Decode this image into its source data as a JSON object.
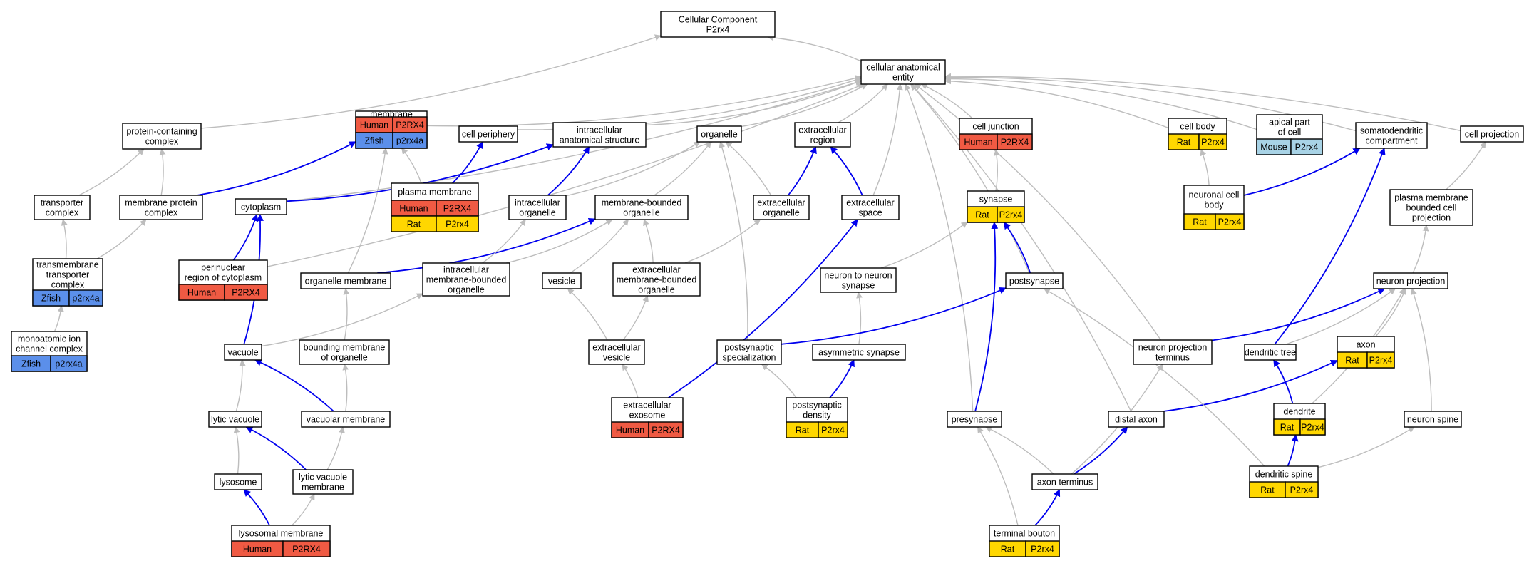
{
  "colors": {
    "Human": "#f05a43",
    "Rat": "#ffd700",
    "Mouse": "#a8d3e6",
    "Zfish": "#5b8fea",
    "edge_isa": "#bdbdbd",
    "edge_partof": "#0000ee"
  },
  "nodes": [
    {
      "id": "cc",
      "lines": [
        "Cellular Component",
        "P2rx4"
      ],
      "ann": []
    },
    {
      "id": "cae",
      "lines": [
        "cellular anatomical",
        "entity"
      ],
      "ann": []
    },
    {
      "id": "pcc",
      "lines": [
        "protein-containing",
        "complex"
      ],
      "ann": []
    },
    {
      "id": "membrane",
      "lines": [
        "membrane"
      ],
      "ann": [
        {
          "org": "Human",
          "gene": "P2RX4"
        },
        {
          "org": "Zfish",
          "gene": "p2rx4a"
        }
      ]
    },
    {
      "id": "cellper",
      "lines": [
        "cell periphery"
      ],
      "ann": []
    },
    {
      "id": "ias",
      "lines": [
        "intracellular",
        "anatomical structure"
      ],
      "ann": []
    },
    {
      "id": "organelle",
      "lines": [
        "organelle"
      ],
      "ann": []
    },
    {
      "id": "extreg",
      "lines": [
        "extracellular",
        "region"
      ],
      "ann": []
    },
    {
      "id": "celljunc",
      "lines": [
        "cell junction"
      ],
      "ann": [
        {
          "org": "Human",
          "gene": "P2RX4"
        }
      ]
    },
    {
      "id": "cellbody",
      "lines": [
        "cell body"
      ],
      "ann": [
        {
          "org": "Rat",
          "gene": "P2rx4"
        }
      ]
    },
    {
      "id": "apical",
      "lines": [
        "apical part",
        "of cell"
      ],
      "ann": [
        {
          "org": "Mouse",
          "gene": "P2rx4"
        }
      ]
    },
    {
      "id": "somato",
      "lines": [
        "somatodendritic",
        "compartment"
      ],
      "ann": []
    },
    {
      "id": "cellproj",
      "lines": [
        "cell projection"
      ],
      "ann": []
    },
    {
      "id": "transporter",
      "lines": [
        "transporter",
        "complex"
      ],
      "ann": []
    },
    {
      "id": "mpc",
      "lines": [
        "membrane protein",
        "complex"
      ],
      "ann": []
    },
    {
      "id": "cytoplasm",
      "lines": [
        "cytoplasm"
      ],
      "ann": []
    },
    {
      "id": "pm",
      "lines": [
        "plasma membrane"
      ],
      "ann": [
        {
          "org": "Human",
          "gene": "P2RX4"
        },
        {
          "org": "Rat",
          "gene": "P2rx4"
        }
      ]
    },
    {
      "id": "icorg",
      "lines": [
        "intracellular",
        "organelle"
      ],
      "ann": []
    },
    {
      "id": "mbo",
      "lines": [
        "membrane-bounded",
        "organelle"
      ],
      "ann": []
    },
    {
      "id": "ecorg",
      "lines": [
        "extracellular",
        "organelle"
      ],
      "ann": []
    },
    {
      "id": "ecspace",
      "lines": [
        "extracellular",
        "space"
      ],
      "ann": []
    },
    {
      "id": "synapse",
      "lines": [
        "synapse"
      ],
      "ann": [
        {
          "org": "Rat",
          "gene": "P2rx4"
        }
      ]
    },
    {
      "id": "ncb",
      "lines": [
        "neuronal cell",
        "body"
      ],
      "ann": [
        {
          "org": "Rat",
          "gene": "P2rx4"
        }
      ]
    },
    {
      "id": "pmbcp",
      "lines": [
        "plasma membrane",
        "bounded cell",
        "projection"
      ],
      "ann": []
    },
    {
      "id": "tmtc",
      "lines": [
        "transmembrane",
        "transporter",
        "complex"
      ],
      "ann": [
        {
          "org": "Zfish",
          "gene": "p2rx4a"
        }
      ]
    },
    {
      "id": "perinuc",
      "lines": [
        "perinuclear",
        "region of cytoplasm"
      ],
      "ann": [
        {
          "org": "Human",
          "gene": "P2RX4"
        }
      ]
    },
    {
      "id": "orgmem",
      "lines": [
        "organelle membrane"
      ],
      "ann": []
    },
    {
      "id": "imbo",
      "lines": [
        "intracellular",
        "membrane-bounded",
        "organelle"
      ],
      "ann": []
    },
    {
      "id": "vesicle",
      "lines": [
        "vesicle"
      ],
      "ann": []
    },
    {
      "id": "embo",
      "lines": [
        "extracellular",
        "membrane-bounded",
        "organelle"
      ],
      "ann": []
    },
    {
      "id": "n2n",
      "lines": [
        "neuron to neuron",
        "synapse"
      ],
      "ann": []
    },
    {
      "id": "postsyn",
      "lines": [
        "postsynapse"
      ],
      "ann": []
    },
    {
      "id": "neuproj",
      "lines": [
        "neuron projection"
      ],
      "ann": []
    },
    {
      "id": "moicc",
      "lines": [
        "monoatomic ion",
        "channel complex"
      ],
      "ann": [
        {
          "org": "Zfish",
          "gene": "p2rx4a"
        }
      ]
    },
    {
      "id": "vacuole",
      "lines": [
        "vacuole"
      ],
      "ann": []
    },
    {
      "id": "bmo",
      "lines": [
        "bounding membrane",
        "of organelle"
      ],
      "ann": []
    },
    {
      "id": "ecves",
      "lines": [
        "extracellular",
        "vesicle"
      ],
      "ann": []
    },
    {
      "id": "pss",
      "lines": [
        "postsynaptic",
        "specialization"
      ],
      "ann": []
    },
    {
      "id": "asyn",
      "lines": [
        "asymmetric synapse"
      ],
      "ann": []
    },
    {
      "id": "npt",
      "lines": [
        "neuron projection",
        "terminus"
      ],
      "ann": []
    },
    {
      "id": "dtree",
      "lines": [
        "dendritic tree"
      ],
      "ann": []
    },
    {
      "id": "axon",
      "lines": [
        "axon"
      ],
      "ann": [
        {
          "org": "Rat",
          "gene": "P2rx4"
        }
      ]
    },
    {
      "id": "lytvac",
      "lines": [
        "lytic vacuole"
      ],
      "ann": []
    },
    {
      "id": "vacmem",
      "lines": [
        "vacuolar membrane"
      ],
      "ann": []
    },
    {
      "id": "ecexo",
      "lines": [
        "extracellular",
        "exosome"
      ],
      "ann": [
        {
          "org": "Human",
          "gene": "P2RX4"
        }
      ]
    },
    {
      "id": "psd",
      "lines": [
        "postsynaptic",
        "density"
      ],
      "ann": [
        {
          "org": "Rat",
          "gene": "P2rx4"
        }
      ]
    },
    {
      "id": "presyn",
      "lines": [
        "presynapse"
      ],
      "ann": []
    },
    {
      "id": "daxon",
      "lines": [
        "distal axon"
      ],
      "ann": []
    },
    {
      "id": "dendrite",
      "lines": [
        "dendrite"
      ],
      "ann": [
        {
          "org": "Rat",
          "gene": "P2rx4"
        }
      ]
    },
    {
      "id": "nspine",
      "lines": [
        "neuron spine"
      ],
      "ann": []
    },
    {
      "id": "lysosome",
      "lines": [
        "lysosome"
      ],
      "ann": []
    },
    {
      "id": "lvm",
      "lines": [
        "lytic vacuole",
        "membrane"
      ],
      "ann": []
    },
    {
      "id": "axterm",
      "lines": [
        "axon terminus"
      ],
      "ann": []
    },
    {
      "id": "dspine",
      "lines": [
        "dendritic spine"
      ],
      "ann": [
        {
          "org": "Rat",
          "gene": "P2rx4"
        }
      ]
    },
    {
      "id": "lysmem",
      "lines": [
        "lysosomal membrane"
      ],
      "ann": [
        {
          "org": "Human",
          "gene": "P2RX4"
        }
      ]
    },
    {
      "id": "tbouton",
      "lines": [
        "terminal bouton"
      ],
      "ann": [
        {
          "org": "Rat",
          "gene": "P2rx4"
        }
      ]
    }
  ],
  "edges": [
    {
      "from": "cae",
      "to": "cc",
      "type": "is_a"
    },
    {
      "from": "pcc",
      "to": "cc",
      "type": "is_a"
    },
    {
      "from": "membrane",
      "to": "cae",
      "type": "is_a"
    },
    {
      "from": "cellper",
      "to": "cae",
      "type": "is_a"
    },
    {
      "from": "ias",
      "to": "cae",
      "type": "is_a"
    },
    {
      "from": "organelle",
      "to": "cae",
      "type": "is_a"
    },
    {
      "from": "extreg",
      "to": "cae",
      "type": "is_a"
    },
    {
      "from": "celljunc",
      "to": "cae",
      "type": "is_a"
    },
    {
      "from": "cellbody",
      "to": "cae",
      "type": "is_a"
    },
    {
      "from": "apical",
      "to": "cae",
      "type": "is_a"
    },
    {
      "from": "somato",
      "to": "cae",
      "type": "is_a"
    },
    {
      "from": "cellproj",
      "to": "cae",
      "type": "is_a"
    },
    {
      "from": "cytoplasm",
      "to": "cae",
      "type": "is_a"
    },
    {
      "from": "perinuc",
      "to": "cae",
      "type": "is_a"
    },
    {
      "from": "ecspace",
      "to": "cae",
      "type": "is_a"
    },
    {
      "from": "presyn",
      "to": "cae",
      "type": "is_a"
    },
    {
      "from": "daxon",
      "to": "cae",
      "type": "is_a"
    },
    {
      "from": "postsyn",
      "to": "cae",
      "type": "is_a"
    },
    {
      "from": "npt",
      "to": "cae",
      "type": "is_a"
    },
    {
      "from": "transporter",
      "to": "pcc",
      "type": "is_a"
    },
    {
      "from": "mpc",
      "to": "pcc",
      "type": "is_a"
    },
    {
      "from": "mpc",
      "to": "membrane",
      "type": "part_of"
    },
    {
      "from": "pm",
      "to": "membrane",
      "type": "is_a"
    },
    {
      "from": "orgmem",
      "to": "membrane",
      "type": "is_a"
    },
    {
      "from": "pm",
      "to": "cellper",
      "type": "part_of"
    },
    {
      "from": "cytoplasm",
      "to": "ias",
      "type": "part_of"
    },
    {
      "from": "icorg",
      "to": "ias",
      "type": "part_of"
    },
    {
      "from": "icorg",
      "to": "organelle",
      "type": "is_a"
    },
    {
      "from": "mbo",
      "to": "organelle",
      "type": "is_a"
    },
    {
      "from": "ecorg",
      "to": "organelle",
      "type": "is_a"
    },
    {
      "from": "pss",
      "to": "organelle",
      "type": "is_a"
    },
    {
      "from": "ecorg",
      "to": "extreg",
      "type": "part_of"
    },
    {
      "from": "ecspace",
      "to": "extreg",
      "type": "part_of"
    },
    {
      "from": "synapse",
      "to": "celljunc",
      "type": "is_a"
    },
    {
      "from": "ncb",
      "to": "cellbody",
      "type": "is_a"
    },
    {
      "from": "ncb",
      "to": "somato",
      "type": "part_of"
    },
    {
      "from": "dtree",
      "to": "somato",
      "type": "part_of"
    },
    {
      "from": "pmbcp",
      "to": "cellproj",
      "type": "is_a"
    },
    {
      "from": "neuproj",
      "to": "pmbcp",
      "type": "is_a"
    },
    {
      "from": "tmtc",
      "to": "transporter",
      "type": "is_a"
    },
    {
      "from": "tmtc",
      "to": "mpc",
      "type": "is_a"
    },
    {
      "from": "moicc",
      "to": "tmtc",
      "type": "is_a"
    },
    {
      "from": "perinuc",
      "to": "cytoplasm",
      "type": "part_of"
    },
    {
      "from": "vacuole",
      "to": "cytoplasm",
      "type": "part_of"
    },
    {
      "from": "orgmem",
      "to": "mbo",
      "type": "part_of"
    },
    {
      "from": "imbo",
      "to": "icorg",
      "type": "is_a"
    },
    {
      "from": "imbo",
      "to": "mbo",
      "type": "is_a"
    },
    {
      "from": "vesicle",
      "to": "mbo",
      "type": "is_a"
    },
    {
      "from": "embo",
      "to": "mbo",
      "type": "is_a"
    },
    {
      "from": "embo",
      "to": "ecorg",
      "type": "is_a"
    },
    {
      "from": "ecexo",
      "to": "ecspace",
      "type": "part_of"
    },
    {
      "from": "n2n",
      "to": "synapse",
      "type": "is_a"
    },
    {
      "from": "presyn",
      "to": "synapse",
      "type": "part_of"
    },
    {
      "from": "postsyn",
      "to": "synapse",
      "type": "part_of"
    },
    {
      "from": "asyn",
      "to": "n2n",
      "type": "is_a"
    },
    {
      "from": "pss",
      "to": "postsyn",
      "type": "part_of"
    },
    {
      "from": "npt",
      "to": "neuproj",
      "type": "part_of"
    },
    {
      "from": "dtree",
      "to": "neuproj",
      "type": "is_a"
    },
    {
      "from": "axon",
      "to": "neuproj",
      "type": "is_a"
    },
    {
      "from": "dendrite",
      "to": "neuproj",
      "type": "is_a"
    },
    {
      "from": "nspine",
      "to": "neuproj",
      "type": "is_a"
    },
    {
      "from": "vacuole",
      "to": "imbo",
      "type": "is_a"
    },
    {
      "from": "bmo",
      "to": "orgmem",
      "type": "is_a"
    },
    {
      "from": "ecves",
      "to": "vesicle",
      "type": "is_a"
    },
    {
      "from": "ecves",
      "to": "embo",
      "type": "is_a"
    },
    {
      "from": "ecexo",
      "to": "ecves",
      "type": "is_a"
    },
    {
      "from": "psd",
      "to": "pss",
      "type": "is_a"
    },
    {
      "from": "psd",
      "to": "asyn",
      "type": "part_of"
    },
    {
      "from": "lytvac",
      "to": "vacuole",
      "type": "is_a"
    },
    {
      "from": "vacmem",
      "to": "vacuole",
      "type": "part_of"
    },
    {
      "from": "vacmem",
      "to": "bmo",
      "type": "is_a"
    },
    {
      "from": "daxon",
      "to": "axon",
      "type": "part_of"
    },
    {
      "from": "dendrite",
      "to": "dtree",
      "type": "part_of"
    },
    {
      "from": "lysosome",
      "to": "lytvac",
      "type": "is_a"
    },
    {
      "from": "lvm",
      "to": "lytvac",
      "type": "part_of"
    },
    {
      "from": "lvm",
      "to": "vacmem",
      "type": "is_a"
    },
    {
      "from": "lysmem",
      "to": "lysosome",
      "type": "part_of"
    },
    {
      "from": "lysmem",
      "to": "lvm",
      "type": "is_a"
    },
    {
      "from": "axterm",
      "to": "presyn",
      "type": "is_a"
    },
    {
      "from": "axterm",
      "to": "npt",
      "type": "is_a"
    },
    {
      "from": "axterm",
      "to": "daxon",
      "type": "part_of"
    },
    {
      "from": "tbouton",
      "to": "presyn",
      "type": "is_a"
    },
    {
      "from": "tbouton",
      "to": "axterm",
      "type": "part_of"
    },
    {
      "from": "dspine",
      "to": "dendrite",
      "type": "part_of"
    },
    {
      "from": "dspine",
      "to": "nspine",
      "type": "is_a"
    },
    {
      "from": "dspine",
      "to": "postsyn",
      "type": "is_a"
    }
  ]
}
